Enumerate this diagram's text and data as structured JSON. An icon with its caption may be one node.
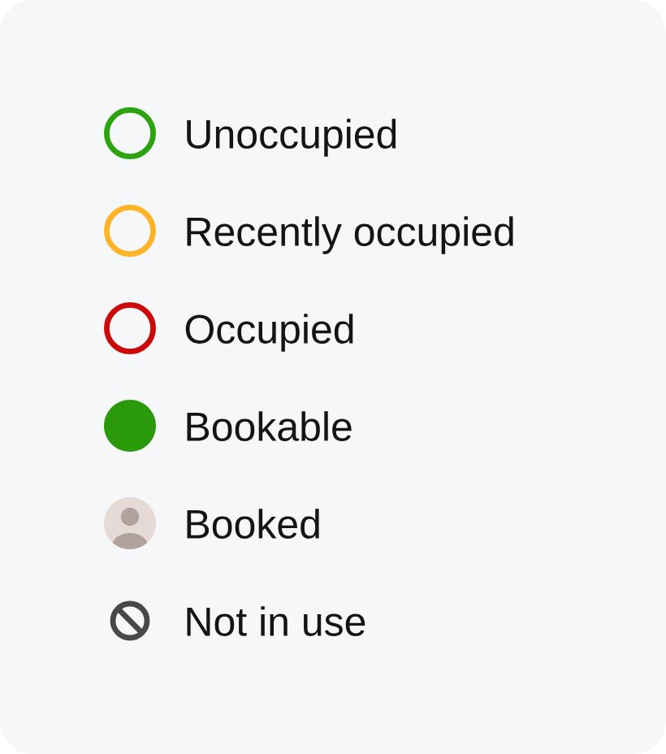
{
  "diagram": {
    "legend": [
      {
        "text": "Unoccupied",
        "color": "#2ca412"
      },
      {
        "text": "Recently occupied",
        "color": "#ffb326"
      },
      {
        "text": "Occupied",
        "color": "#cc0a0a"
      },
      {
        "text": "Bookable",
        "color": "#2a9a0b"
      },
      {
        "text": "Booked"
      },
      {
        "text": "Not in use"
      }
    ]
  }
}
